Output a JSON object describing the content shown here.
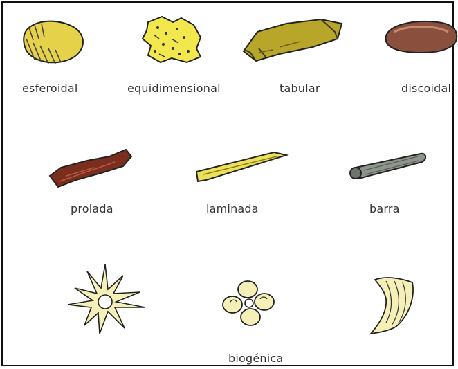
{
  "shapes": [
    {
      "id": "esferoidal",
      "label": "esferoidal",
      "color": "#e6d24a"
    },
    {
      "id": "equidimensional",
      "label": "equidimensional",
      "color": "#f2e84e"
    },
    {
      "id": "tabular",
      "label": "tabular",
      "color": "#b7a62a"
    },
    {
      "id": "discoidal",
      "label": "discoidal",
      "color": "#8a4f3d"
    },
    {
      "id": "prolada",
      "label": "prolada",
      "color": "#7c2e1e"
    },
    {
      "id": "laminada",
      "label": "laminada",
      "color": "#ece15a"
    },
    {
      "id": "barra",
      "label": "barra",
      "color": "#8e958c"
    },
    {
      "id": "biogenica",
      "label": "biogénica",
      "color": "#f4f0b8"
    }
  ]
}
